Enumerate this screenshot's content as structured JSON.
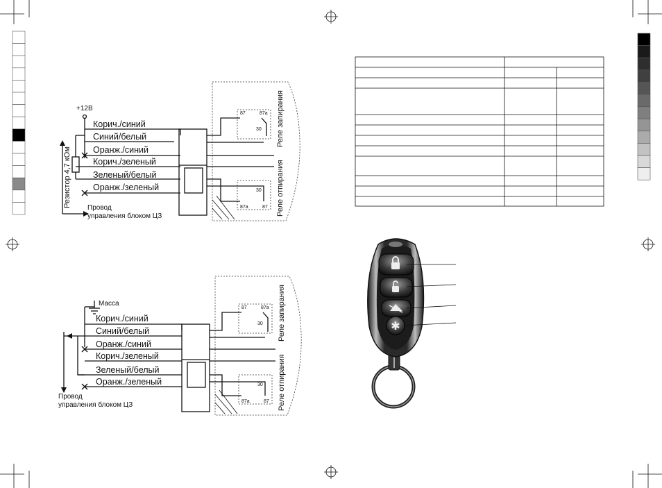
{
  "diagram_top": {
    "supply": "+12В",
    "wires": [
      "Корич./синий",
      "Синий/белый",
      "Оранж./синий",
      "Корич./зеленый",
      "Зеленый/белый",
      "Оранж./зеленый"
    ],
    "resistor": "Резистор 4,7 кОм",
    "control_line1": "Провод",
    "control_line2": "управления блоком ЦЗ",
    "relay_lock": "Реле запирания",
    "relay_unlock": "Реле отпирания",
    "pin_87": "87",
    "pin_87a": "87a",
    "pin_30": "30"
  },
  "diagram_bottom": {
    "ground": "Масса",
    "wires": [
      "Корич./синий",
      "Синий/белый",
      "Оранж./синий",
      "Корич./зеленый",
      "Зеленый/белый",
      "Оранж./зеленый"
    ],
    "control_line1": "Провод",
    "control_line2": "управления блоком ЦЗ",
    "relay_lock": "Реле запирания",
    "relay_unlock": "Реле отпирания",
    "pin_87": "87",
    "pin_87a": "87a",
    "pin_30": "30"
  },
  "remote": {
    "buttons": [
      "lock-icon",
      "unlock-icon",
      "trunk-icon",
      "star-icon"
    ]
  },
  "colors": {
    "swatches_left": [
      "#ffffff",
      "#ffffff",
      "#ffffff",
      "#ffffff",
      "#ffffff",
      "#ffffff",
      "#ffffff",
      "#ffffff",
      "#000000",
      "#ffffff",
      "#ffffff",
      "#ffffff",
      "#8a8a8a",
      "#ffffff",
      "#ffffff"
    ],
    "swatches_right": [
      "#000000",
      "#1a1a1a",
      "#2e2e2e",
      "#404040",
      "#555555",
      "#6a6a6a",
      "#7f7f7f",
      "#959595",
      "#ababab",
      "#c2c2c2",
      "#d8d8d8",
      "#eeeeee"
    ]
  }
}
